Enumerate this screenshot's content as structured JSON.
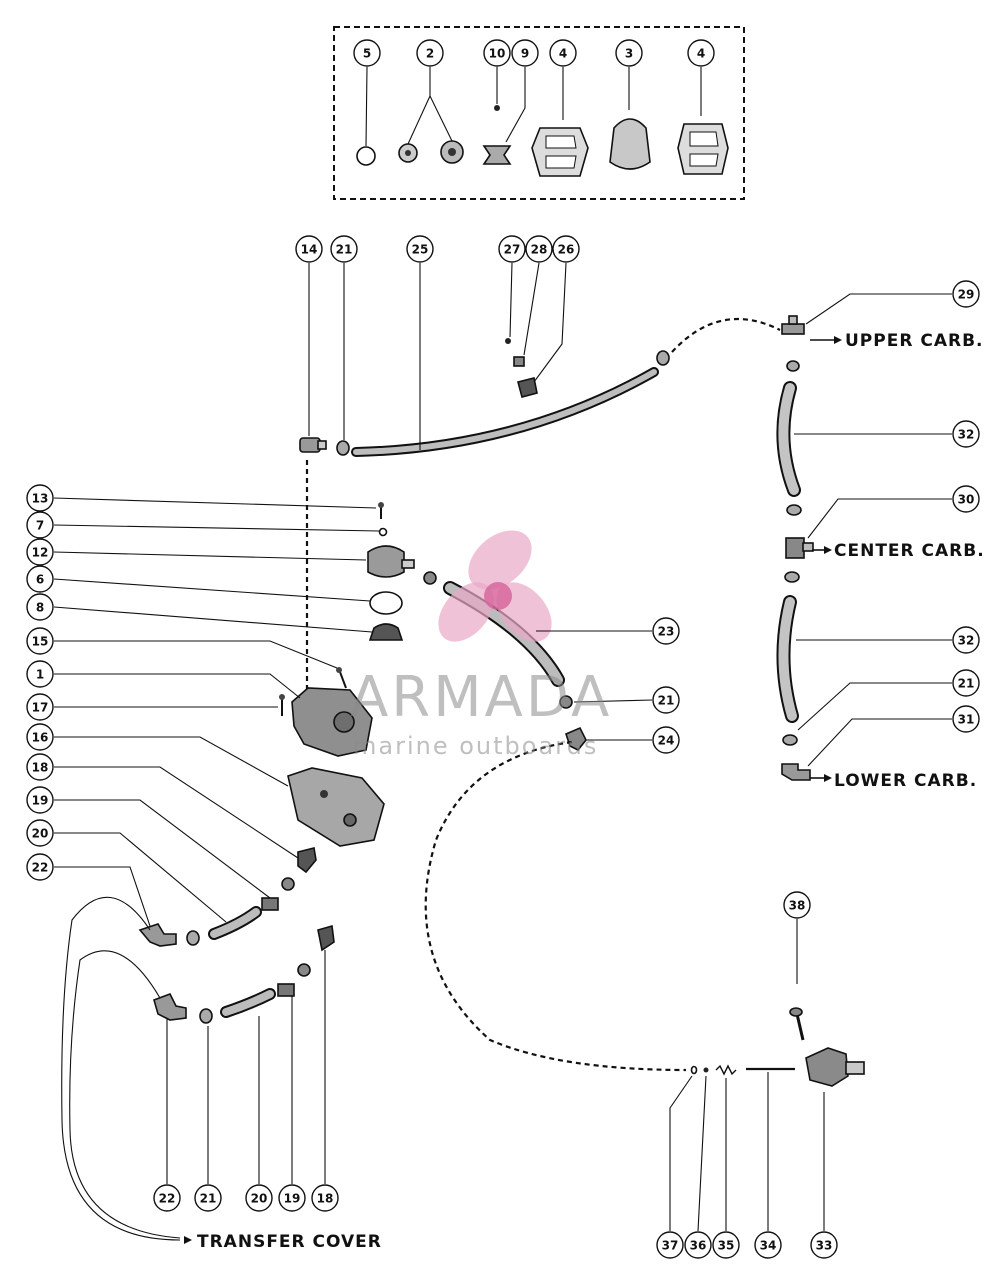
{
  "diagram": {
    "callouts": [
      {
        "id": "c5",
        "label": "5"
      },
      {
        "id": "c2",
        "label": "2"
      },
      {
        "id": "c10",
        "label": "10"
      },
      {
        "id": "c9",
        "label": "9"
      },
      {
        "id": "c4a",
        "label": "4"
      },
      {
        "id": "c3",
        "label": "3"
      },
      {
        "id": "c4b",
        "label": "4"
      },
      {
        "id": "c14",
        "label": "14"
      },
      {
        "id": "c21a",
        "label": "21"
      },
      {
        "id": "c25",
        "label": "25"
      },
      {
        "id": "c27",
        "label": "27"
      },
      {
        "id": "c28",
        "label": "28"
      },
      {
        "id": "c26",
        "label": "26"
      },
      {
        "id": "c29",
        "label": "29"
      },
      {
        "id": "c32a",
        "label": "32"
      },
      {
        "id": "c30",
        "label": "30"
      },
      {
        "id": "c32b",
        "label": "32"
      },
      {
        "id": "c21b",
        "label": "21"
      },
      {
        "id": "c31",
        "label": "31"
      },
      {
        "id": "c13",
        "label": "13"
      },
      {
        "id": "c7",
        "label": "7"
      },
      {
        "id": "c12",
        "label": "12"
      },
      {
        "id": "c6",
        "label": "6"
      },
      {
        "id": "c8",
        "label": "8"
      },
      {
        "id": "c15",
        "label": "15"
      },
      {
        "id": "c1",
        "label": "1"
      },
      {
        "id": "c17",
        "label": "17"
      },
      {
        "id": "c16",
        "label": "16"
      },
      {
        "id": "c18a",
        "label": "18"
      },
      {
        "id": "c19a",
        "label": "19"
      },
      {
        "id": "c20a",
        "label": "20"
      },
      {
        "id": "c22a",
        "label": "22"
      },
      {
        "id": "c23",
        "label": "23"
      },
      {
        "id": "c21c",
        "label": "21"
      },
      {
        "id": "c24",
        "label": "24"
      },
      {
        "id": "c38",
        "label": "38"
      },
      {
        "id": "c22b",
        "label": "22"
      },
      {
        "id": "c21d",
        "label": "21"
      },
      {
        "id": "c20b",
        "label": "20"
      },
      {
        "id": "c19b",
        "label": "19"
      },
      {
        "id": "c18b",
        "label": "18"
      },
      {
        "id": "c37",
        "label": "37"
      },
      {
        "id": "c36",
        "label": "36"
      },
      {
        "id": "c35",
        "label": "35"
      },
      {
        "id": "c34",
        "label": "34"
      },
      {
        "id": "c33",
        "label": "33"
      }
    ],
    "destinations": {
      "upper": "UPPER CARB.",
      "center": "CENTER CARB.",
      "lower": "LOWER CARB.",
      "transfer": "TRANSFER COVER"
    }
  },
  "watermark": {
    "brand": "ARMADA",
    "tagline": "marine outboards",
    "color": "#e8a8c8"
  }
}
